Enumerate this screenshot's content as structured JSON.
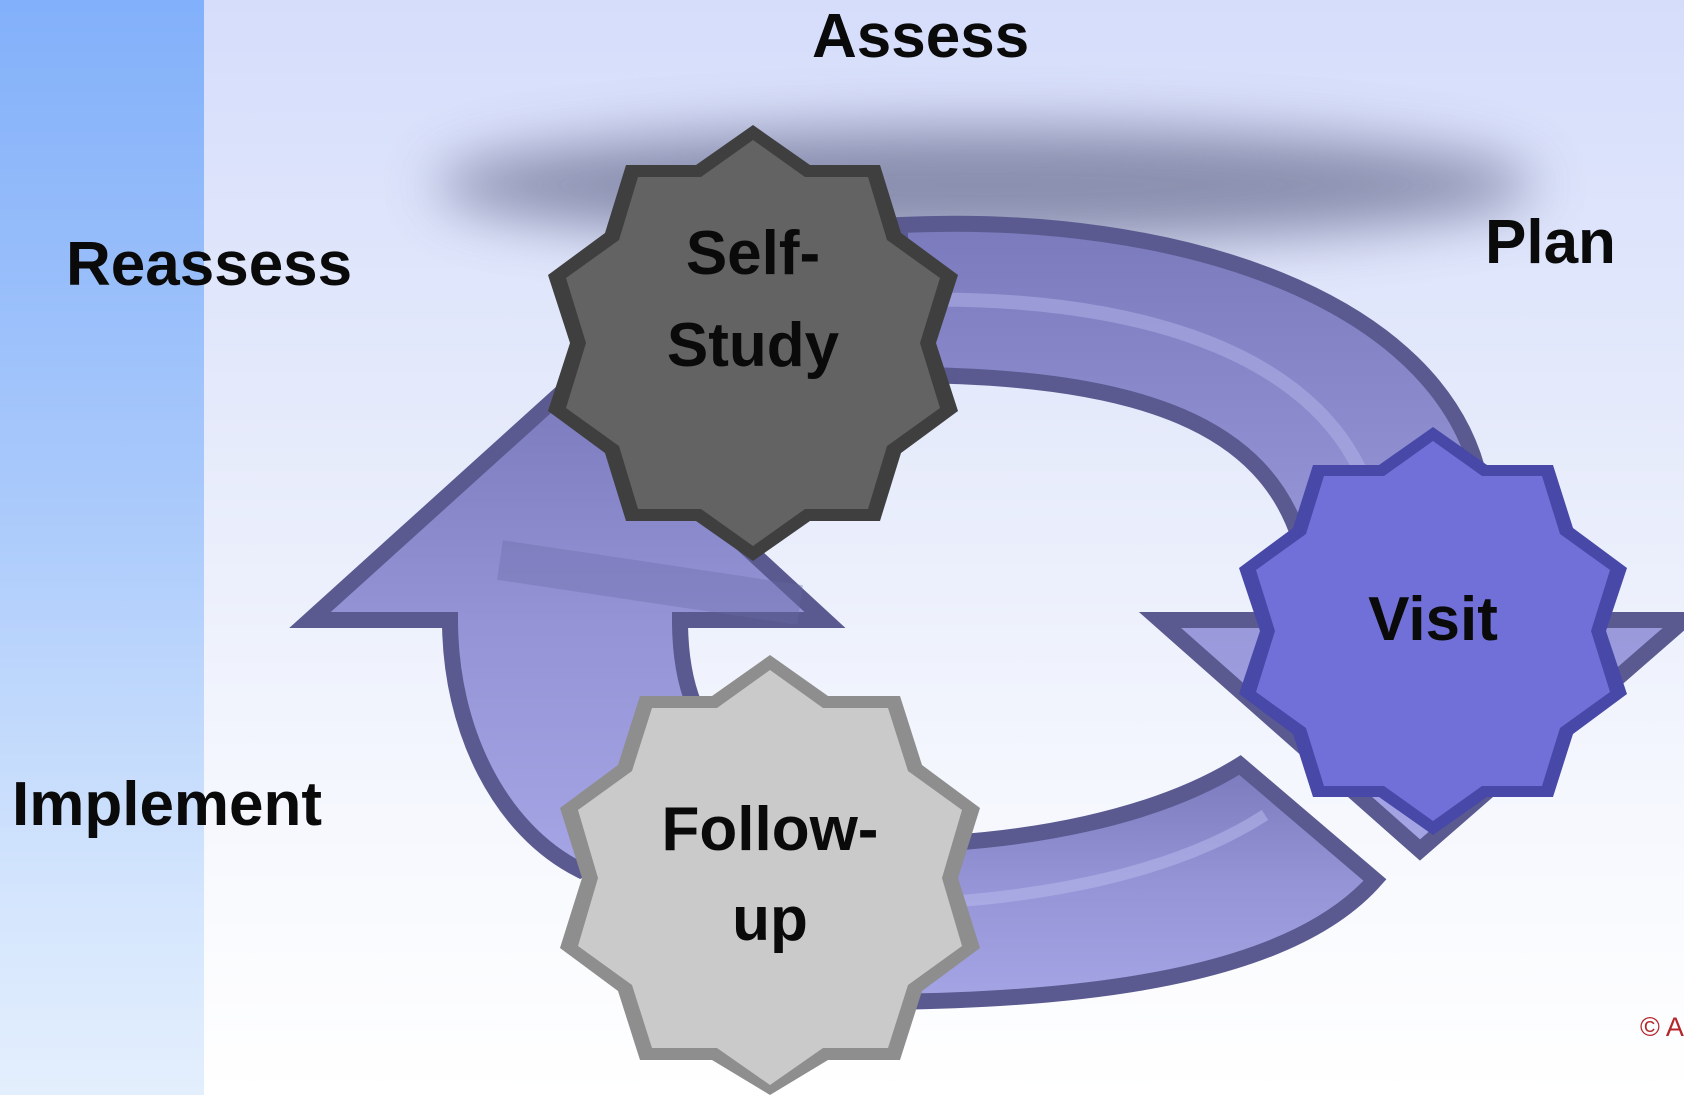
{
  "labels": {
    "assess": "Assess",
    "plan": "Plan",
    "reassess": "Reassess",
    "implement": "Implement"
  },
  "nodes": {
    "self_study": {
      "line1": "Self-",
      "line2": "Study",
      "color": "#636363"
    },
    "visit": {
      "line1": "Visit",
      "color": "#7070d8"
    },
    "follow_up": {
      "line1": "Follow-",
      "line2": "up",
      "color": "#cacaca"
    }
  },
  "copyright": "© A",
  "colors": {
    "arrow": "#8e8ed2",
    "arrow_edge": "#5a5a90",
    "side_band": "#82b0fa"
  }
}
